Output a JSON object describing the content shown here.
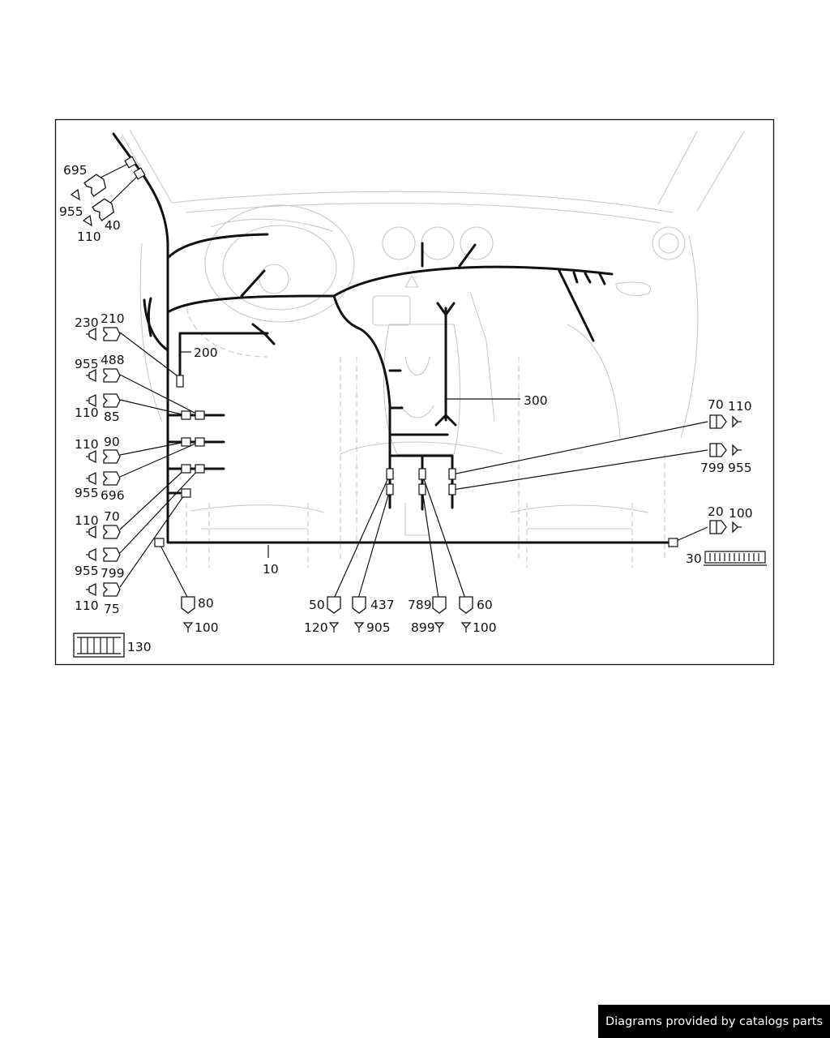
{
  "footer": {
    "credit": "Diagrams provided by catalogs parts"
  },
  "labels": {
    "c695": "695",
    "c955a": "955",
    "c40": "40",
    "c110a": "110",
    "c230": "230",
    "c210": "210",
    "c200": "200",
    "c955b": "955",
    "c488": "488",
    "c110b": "110",
    "c85": "85",
    "c110c": "110",
    "c90": "90",
    "c955c": "955",
    "c696": "696",
    "c110d": "110",
    "c70a": "70",
    "c955d": "955",
    "c799a": "799",
    "c110e": "110",
    "c75": "75",
    "c80": "80",
    "c100a": "100",
    "c10": "10",
    "c130": "130",
    "c300": "300",
    "c70b": "70",
    "c110f": "110",
    "c799b": "799",
    "c955e": "955",
    "c20": "20",
    "c100b": "100",
    "c30": "30",
    "c50": "50",
    "c437": "437",
    "c120": "120",
    "c905": "905",
    "c789": "789",
    "c60": "60",
    "c899": "899",
    "c100c": "100"
  }
}
